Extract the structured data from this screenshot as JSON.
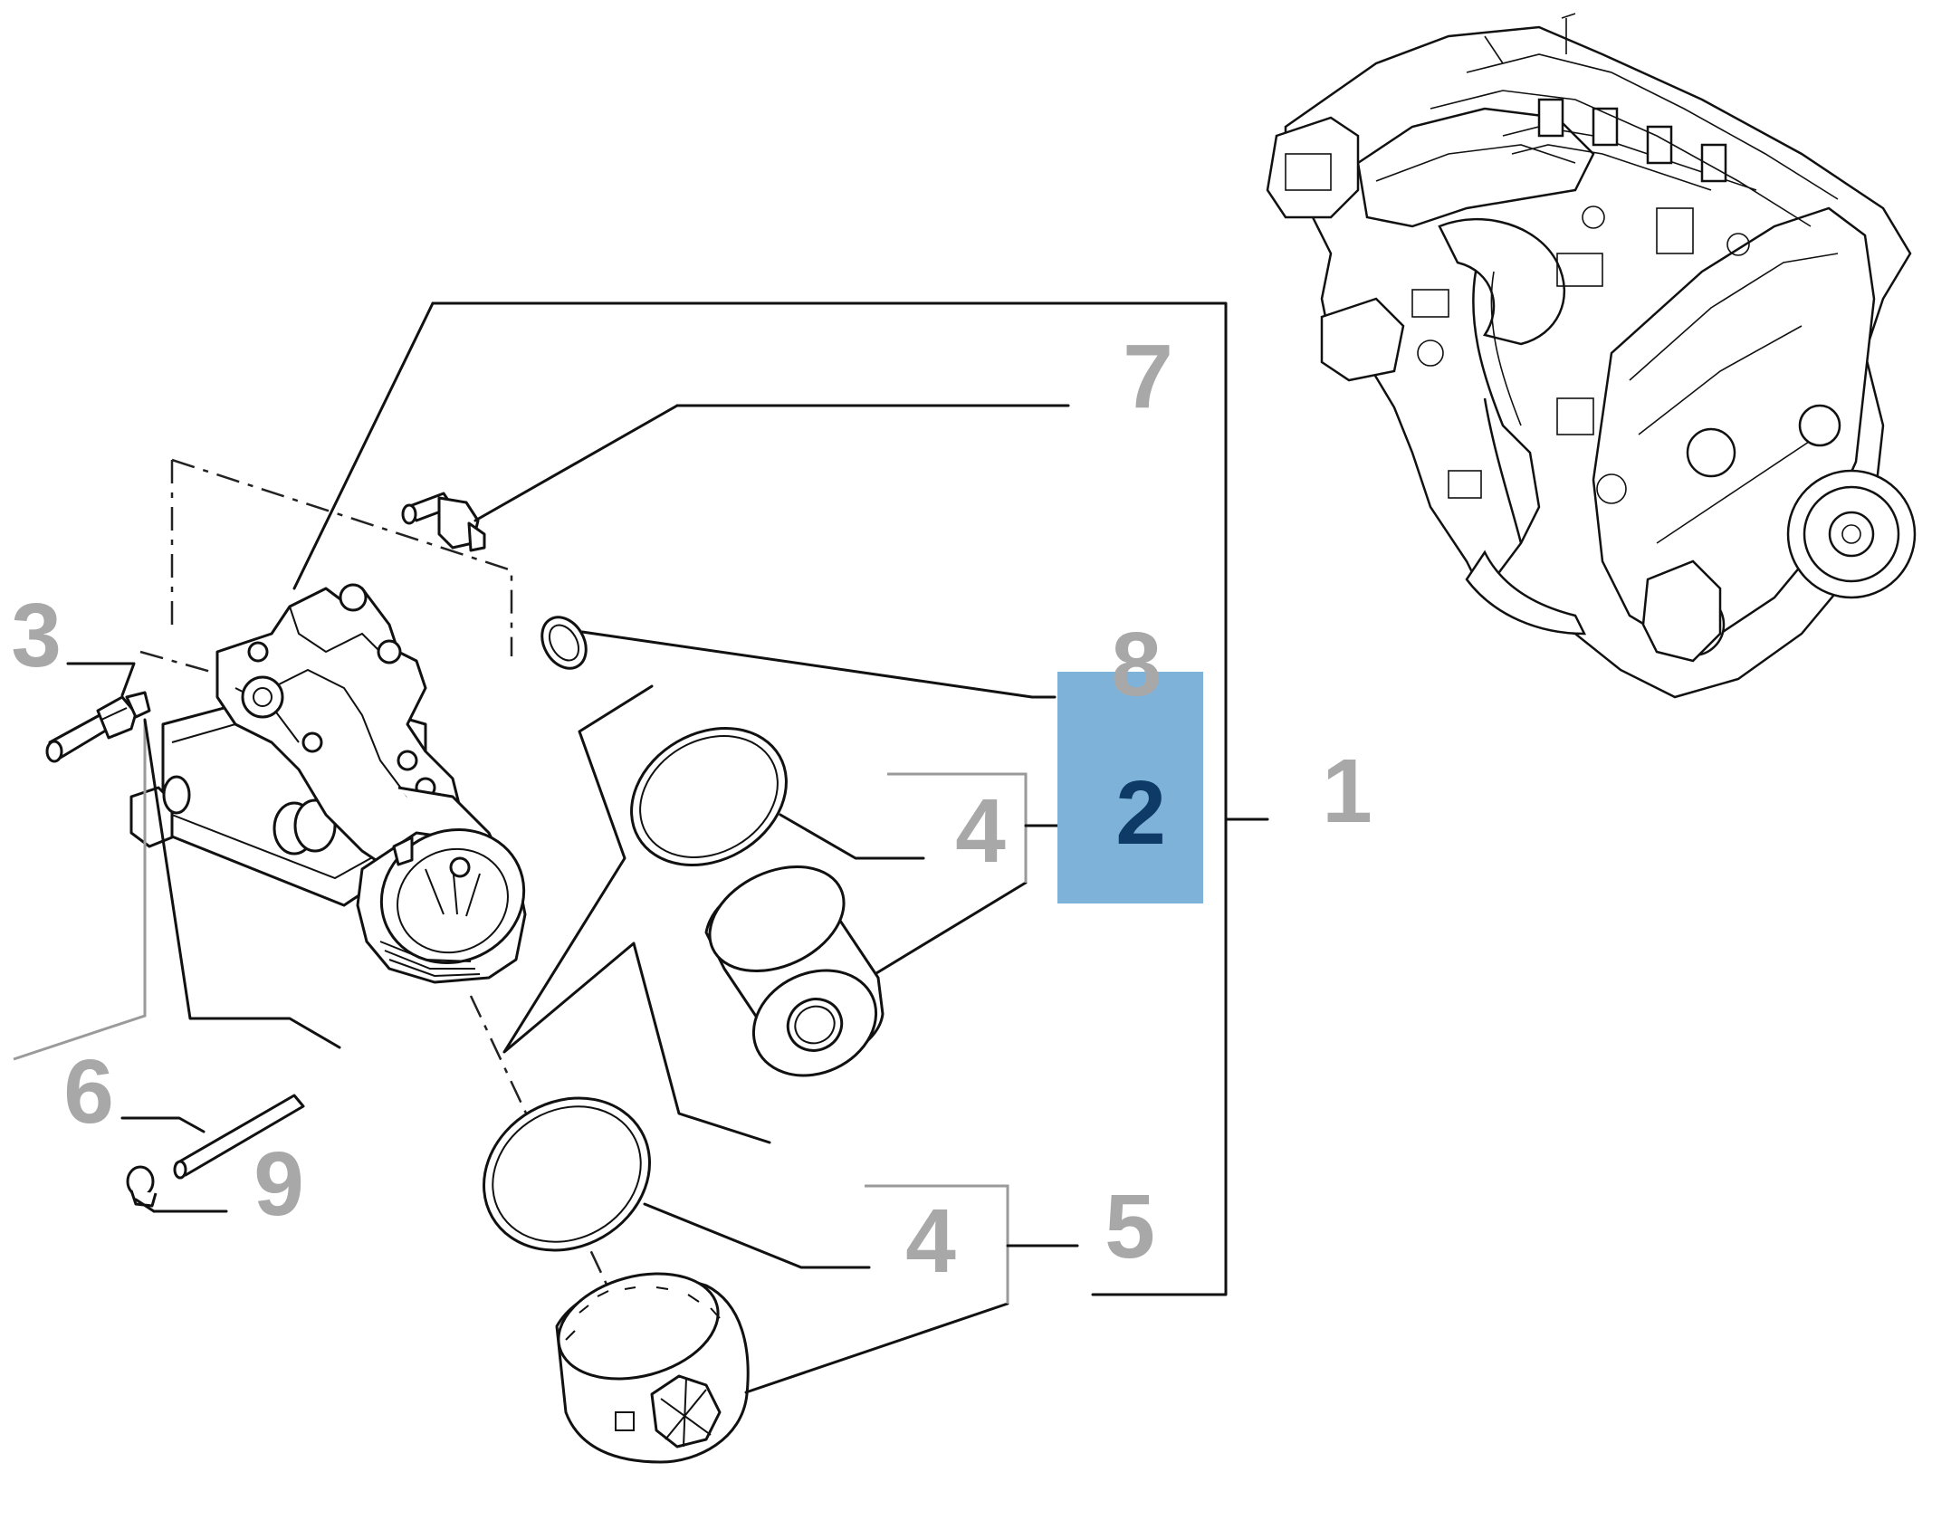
{
  "diagram": {
    "callouts": [
      {
        "id": "1",
        "label": "1"
      },
      {
        "id": "2",
        "label": "2",
        "selected": true
      },
      {
        "id": "3",
        "label": "3"
      },
      {
        "id": "4a",
        "label": "4"
      },
      {
        "id": "4b",
        "label": "4"
      },
      {
        "id": "5",
        "label": "5"
      },
      {
        "id": "6",
        "label": "6"
      },
      {
        "id": "7",
        "label": "7"
      },
      {
        "id": "8",
        "label": "8"
      },
      {
        "id": "9",
        "label": "9"
      }
    ],
    "highlight_color": "#7fb2d9",
    "selected_label_color": "#0d3a66",
    "label_color": "#a8a8a8"
  }
}
